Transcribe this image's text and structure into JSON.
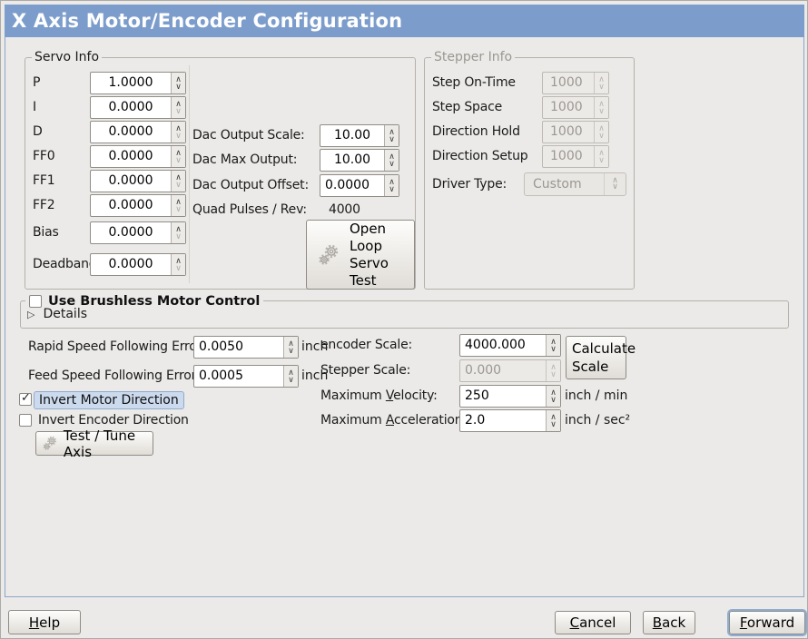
{
  "window": {
    "title": "X Axis Motor/Encoder Configuration"
  },
  "colors": {
    "titlebar": "#7c9dcb",
    "content_border": "#8ba4c7",
    "focus_label_bg": "#ccdaee",
    "focus_button_ring": "#8fadd3"
  },
  "servo_info": {
    "frame_label": "Servo Info",
    "pid_rows": [
      {
        "label": "P",
        "value": "1.0000"
      },
      {
        "label": "I",
        "value": "0.0000"
      },
      {
        "label": "D",
        "value": "0.0000"
      },
      {
        "label": "FF0",
        "value": "0.0000"
      },
      {
        "label": "FF1",
        "value": "0.0000"
      },
      {
        "label": "FF2",
        "value": "0.0000"
      },
      {
        "label": "Bias",
        "value": "0.0000"
      },
      {
        "label": "Deadband",
        "value": "0.0000"
      }
    ],
    "dac_rows": [
      {
        "label": "Dac Output Scale:",
        "value": "10.00"
      },
      {
        "label": "Dac Max Output:",
        "value": "10.00"
      },
      {
        "label": "Dac Output Offset:",
        "value": "0.0000"
      }
    ],
    "quad_pulses_label": "Quad Pulses / Rev:",
    "quad_pulses_value": "4000",
    "open_loop_button_lines": [
      "Open",
      "Loop",
      "Servo",
      "Test"
    ]
  },
  "stepper_info": {
    "frame_label": "Stepper Info",
    "rows": [
      {
        "label": "Step On-Time",
        "value": "1000"
      },
      {
        "label": "Step Space",
        "value": "1000"
      },
      {
        "label": "Direction Hold",
        "value": "1000"
      },
      {
        "label": "Direction Setup",
        "value": "1000"
      }
    ],
    "driver_type_label": "Driver Type:",
    "driver_type_value": "Custom"
  },
  "brushless": {
    "checkbox_label": "Use Brushless Motor Control",
    "checked": false,
    "details_label": "Details"
  },
  "following_error": {
    "rapid_label": "Rapid Speed Following Error:",
    "rapid_value": "0.0050",
    "rapid_unit": "inch",
    "feed_label": "Feed Speed Following Error:",
    "feed_value": "0.0005",
    "feed_unit": "inch"
  },
  "scaling": {
    "encoder_label": "encoder Scale:",
    "encoder_value": "4000.000",
    "calculate_button_lines": [
      "Calculate",
      "Scale"
    ],
    "stepper_label": "Stepper Scale:",
    "stepper_value": "0.000",
    "velocity_label": {
      "pre": "Maximum ",
      "key": "V",
      "post": "elocity:"
    },
    "velocity_value": "250",
    "velocity_unit": "inch / min",
    "accel_label": {
      "pre": "Maximum ",
      "key": "A",
      "post": "cceleration:"
    },
    "accel_value": "2.0",
    "accel_unit": "inch / sec²"
  },
  "direction": {
    "invert_motor_label": "Invert Motor Direction",
    "invert_motor_checked": true,
    "invert_encoder_label": "Invert Encoder Direction",
    "invert_encoder_checked": false,
    "test_tune_button": "Test / Tune Axis"
  },
  "footer": {
    "help": {
      "pre": "",
      "key": "H",
      "post": "elp"
    },
    "cancel": {
      "pre": "",
      "key": "C",
      "post": "ancel"
    },
    "back": {
      "pre": "",
      "key": "B",
      "post": "ack"
    },
    "forward": {
      "pre": "",
      "key": "F",
      "post": "orward"
    }
  }
}
